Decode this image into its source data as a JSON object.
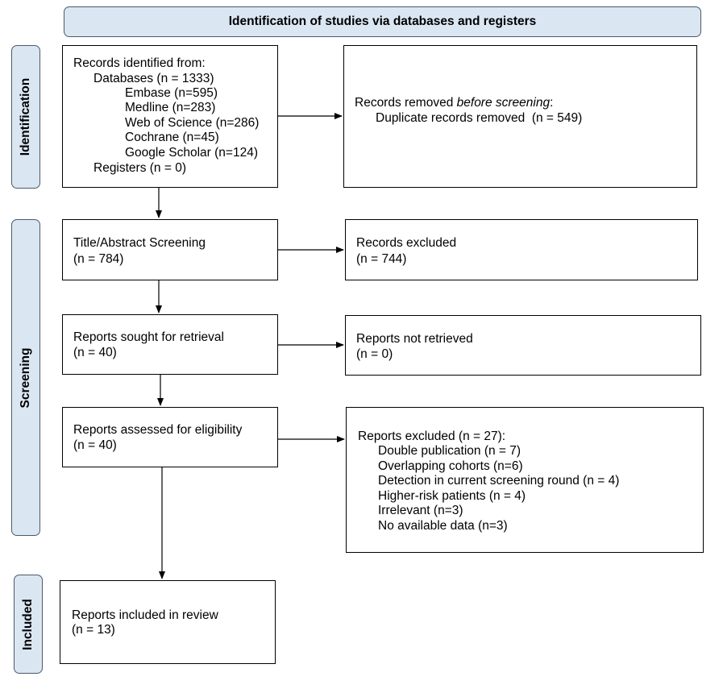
{
  "header": {
    "title": "Identification of studies via databases and registers"
  },
  "phases": {
    "identification": "Identification",
    "screening": "Screening",
    "included": "Included"
  },
  "identification_box": {
    "heading": "Records identified from:",
    "databases": "Databases (n = 1333)",
    "sources": [
      "Embase (n=595)",
      "Medline (n=283)",
      "Web of Science (n=286)",
      "Cochrane (n=45)",
      "Google Scholar (n=124)"
    ],
    "registers": "Registers (n = 0)"
  },
  "removed_box": {
    "label_prefix": "Records removed ",
    "label_emph": "before screening",
    "label_suffix": ":",
    "duplicates": "Duplicate records removed  (n = 549)"
  },
  "screening_box": {
    "line1": "Title/Abstract Screening",
    "line2": "(n = 784)"
  },
  "excluded_box": {
    "line1": "Records excluded",
    "line2": "(n = 744)"
  },
  "retrieval_box": {
    "line1": "Reports sought for retrieval",
    "line2": "(n = 40)"
  },
  "not_retrieved_box": {
    "line1": "Reports not retrieved",
    "line2": "(n = 0)"
  },
  "eligibility_box": {
    "line1": "Reports assessed for eligibility",
    "line2": "(n = 40)"
  },
  "reports_excluded_box": {
    "heading": "Reports excluded (n = 27):",
    "reasons": [
      "Double publication (n = 7)",
      "Overlapping cohorts (n=6)",
      "Detection in current screening round (n = 4)",
      "Higher-risk patients (n = 4)",
      "Irrelevant (n=3)",
      "No available data (n=3)"
    ]
  },
  "included_box": {
    "line1": "Reports included in review",
    "line2": "(n = 13)"
  }
}
